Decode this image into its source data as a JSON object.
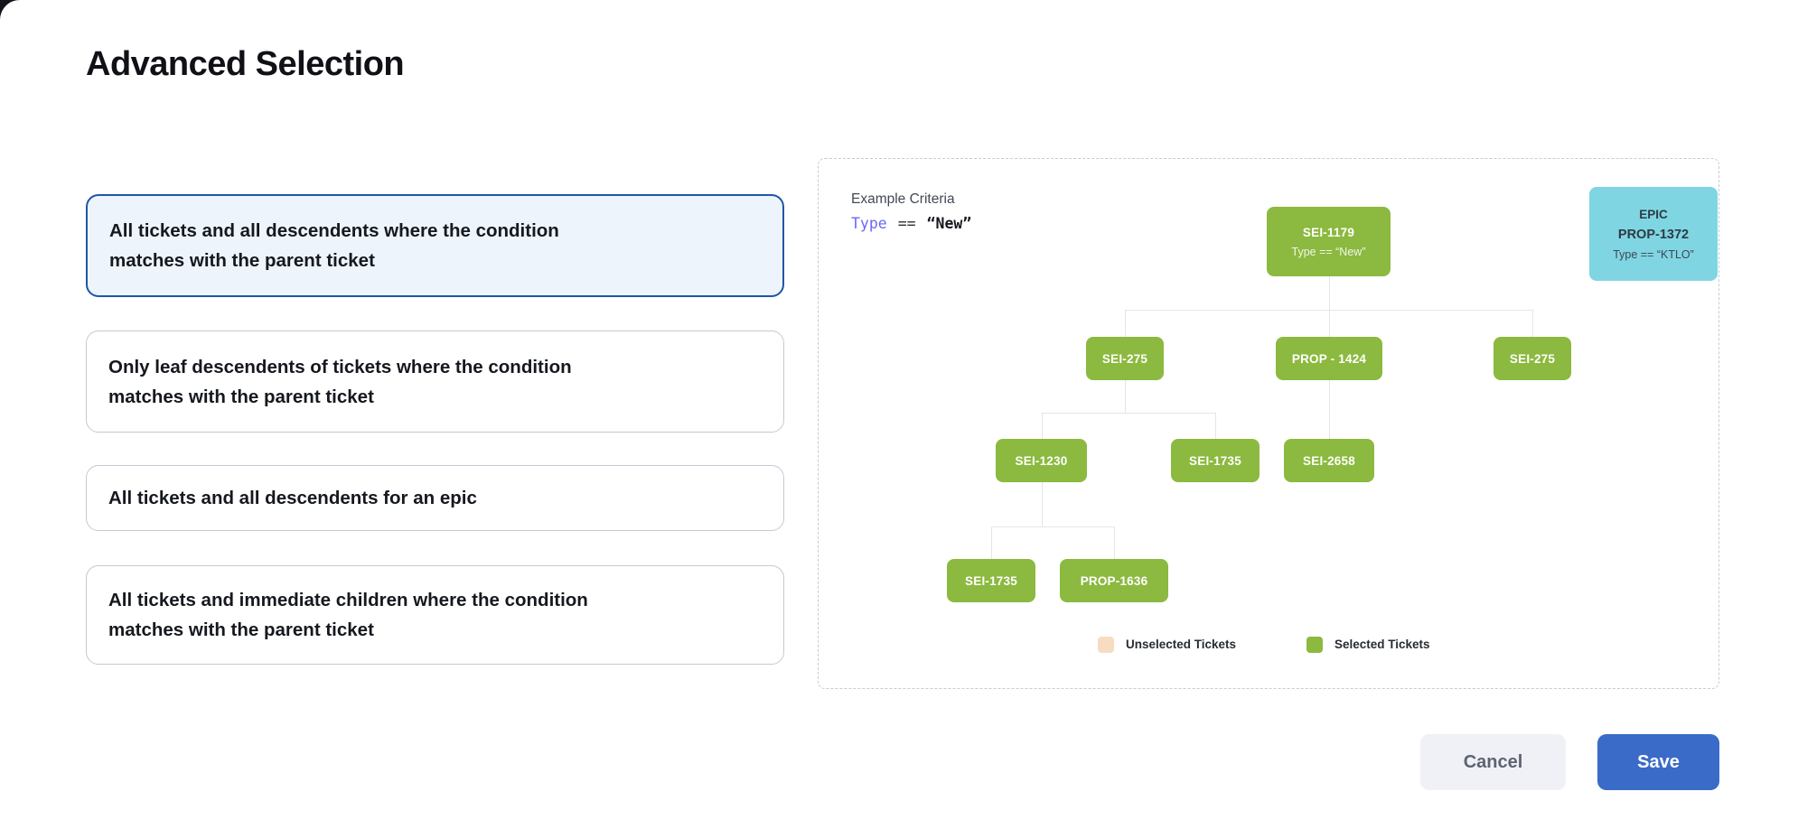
{
  "title": "Advanced Selection",
  "options": [
    {
      "label": "All tickets and all descendents where the condition matches with the parent ticket",
      "selected": true
    },
    {
      "label": "Only leaf descendents of tickets where the condition matches with the parent ticket",
      "selected": false
    },
    {
      "label": "All tickets and all descendents for an epic",
      "selected": false
    },
    {
      "label": "All tickets and immediate children where the condition matches with the parent ticket",
      "selected": false
    }
  ],
  "panel": {
    "criteria_label": "Example Criteria",
    "criteria": {
      "field": "Type",
      "operator": "==",
      "value": "“New”"
    },
    "epic": {
      "type_label": "EPIC",
      "id": "PROP-1372",
      "condition": "Type == “KTLO”"
    },
    "tree": {
      "root": {
        "id": "SEI-1179",
        "condition": "Type == “New”"
      },
      "nodes": [
        "SEI-275",
        "PROP - 1424",
        "SEI-275",
        "SEI-1230",
        "SEI-1735",
        "SEI-2658",
        "SEI-1735",
        "PROP-1636"
      ]
    },
    "legend": [
      {
        "label": "Unselected Tickets",
        "color": "#f8dcc2"
      },
      {
        "label": "Selected Tickets",
        "color": "#8cb93f"
      }
    ]
  },
  "footer": {
    "cancel_label": "Cancel",
    "save_label": "Save"
  },
  "colors": {
    "selected_node_green": "#8cb93f",
    "unselected_node_peach": "#f8dcc2",
    "epic_cyan": "#7fd6e2",
    "selected_option_border": "#1e56a8",
    "selected_option_bg": "#edf4fb",
    "save_button_blue": "#3a6bc8",
    "criteria_field_purple": "#6b68f0"
  }
}
